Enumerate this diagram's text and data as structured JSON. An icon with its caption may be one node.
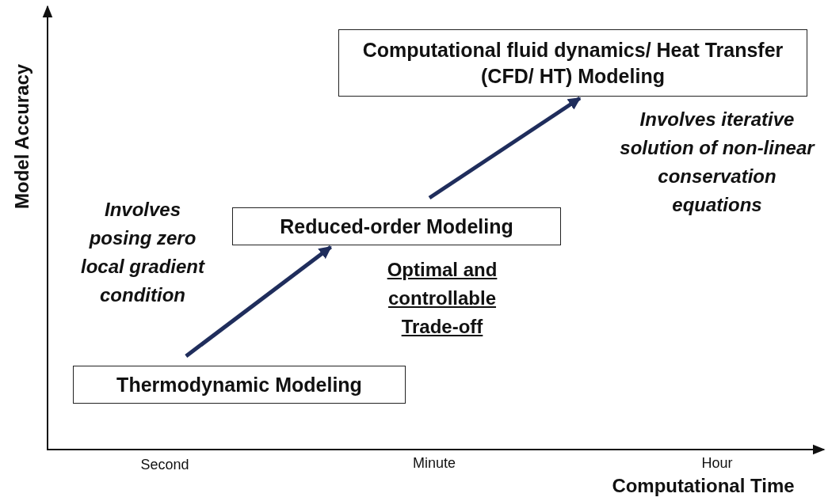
{
  "diagram": {
    "nodes": [
      {
        "text": [
          "Thermodynamic Modeling"
        ]
      },
      {
        "text": [
          "Reduced-order Modeling"
        ]
      },
      {
        "text": [
          "Computational fluid dynamics/ Heat Transfer (CFD/ HT) Modeling"
        ]
      }
    ],
    "edges": [
      {
        "from": 0,
        "to": 1,
        "arrow": "to"
      },
      {
        "from": 1,
        "to": 2,
        "arrow": "to"
      }
    ],
    "labels": [
      "Model Accuracy",
      "Involves posing zero local gradient condition",
      "Optimal and controllable Trade-off",
      "Involves iterative solution of non-linear conservation equations",
      "Second",
      "Minute",
      "Hour",
      "Computational Time"
    ]
  }
}
